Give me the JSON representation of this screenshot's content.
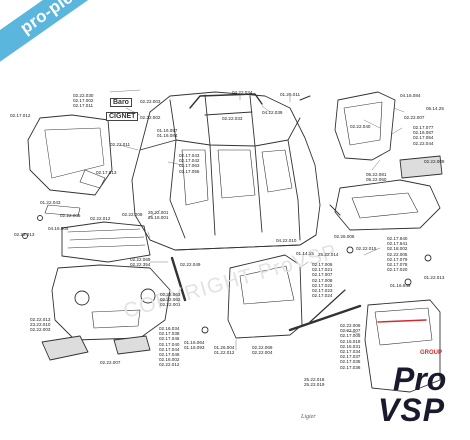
{
  "banner": "pro-pieces-vsp.com",
  "watermark": "COPYRIGHT ProVSP",
  "tags": {
    "barometer": "Baro",
    "cignet": "CIGNET"
  },
  "logo": {
    "group": "GROUP",
    "pro": "Pro",
    "vsp": "VSP"
  },
  "signature": "Ligier",
  "labels": {
    "l1": "02.22.030\n02.17.002\n02.17.011",
    "l2": "02.22.003",
    "l3": "02.17.012",
    "l4": "02.22.002",
    "l5": "01.16.057\n01.16.084",
    "l6": "02.22.011",
    "l7": "04.22.034",
    "l8": "01.26.011",
    "l9": "04.22.039",
    "l10": "02.22.033",
    "l11": "04.16.084",
    "l12": "05.14.25",
    "l13": "02.22.007",
    "l14": "02.22.040",
    "l15": "02.17.077\n02.16.087\n02.17.054\n02.22.044",
    "l16": "02.17.043\n02.17.042\n02.17.063\n02.17.055",
    "l17": "02.17.013",
    "l18": "05.22.081\n05.22.060",
    "l19": "02.22.009",
    "l20": "01.22.043",
    "l21": "02.22.005",
    "l22": "04.16.004",
    "l23": "02.22.013",
    "l24": "02.22.012",
    "l25": "02.22.008",
    "l26": "25.22.001\n25.16.001",
    "l27": "04.22.010",
    "l28": "02.26.006",
    "l29": "25.22.014",
    "l30": "02.22.015",
    "l31": "01.14.15",
    "l32": "02.17.006\n02.17.021\n02.17.007\n02.17.008\n02.17.022\n02.17.023\n02.17.024",
    "l33": "02.17.640\n02.17.641\n02.18.002\n02.22.005\n02.17.079\n02.17.078\n02.17.020",
    "l34": "01.22.013",
    "l35": "02.22.049",
    "l36": "02.22.069\n02.22.354",
    "l37": "02.22.063\n02.22.062\n02.22.001",
    "l38": "02.22.013\n23.22.010\n02.22.003",
    "l39": "01.16.649",
    "l40": "02.16.034\n02.17.038\n02.17.045\n02.17.040\n02.17.044\n02.17.046\n02.16.002\n02.22.012",
    "l41": "01.16.064\n01.16.093",
    "l42": "01.26.004\n01.22.012",
    "l43": "02.22.069\n02.22.004",
    "l44": "02.22.006\n02.22.007\n02.17.005\n02.16.018\n02.16.031\n02.17.034\n02.17.037\n02.17.035\n02.17.036",
    "l45": "02.22.007",
    "l46": "25.22.018\n25.22.019"
  }
}
